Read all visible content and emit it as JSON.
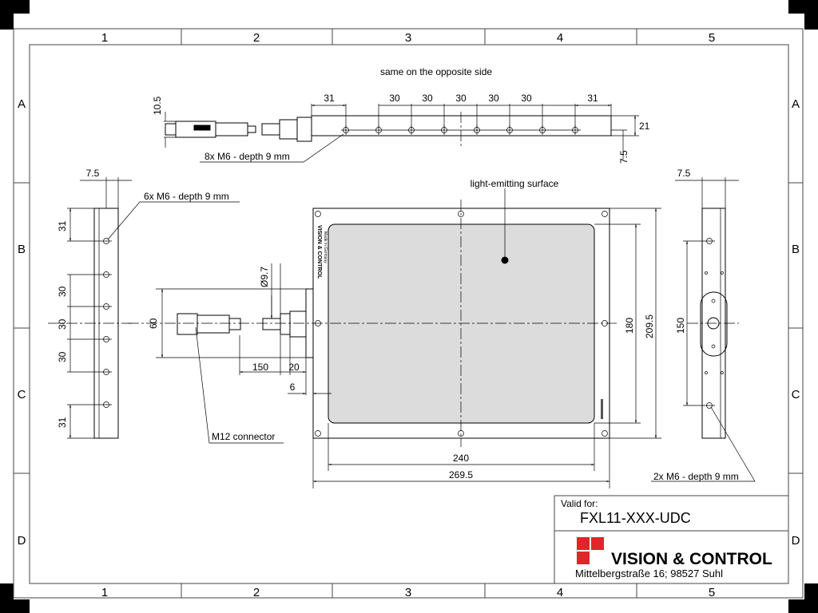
{
  "grid": {
    "columns": [
      "1",
      "2",
      "3",
      "4",
      "5"
    ],
    "rows": [
      "A",
      "B",
      "C",
      "D"
    ]
  },
  "top_view": {
    "note": "same on the opposite side",
    "dims": {
      "first": "31",
      "pitch": [
        "30",
        "30",
        "30",
        "30",
        "30"
      ],
      "last": "31",
      "height": "10.5",
      "width": "21",
      "offset": "7.5"
    },
    "hole_callout": "8x M6 - depth 9 mm"
  },
  "left_view": {
    "offset": "7.5",
    "hole_callout": "6x M6 - depth 9 mm",
    "dims": [
      "31",
      "30",
      "30",
      "30",
      "31"
    ]
  },
  "front_view": {
    "surface_callout": "light-emitting surface",
    "brand_text": "VISION & CONTROL",
    "made_in": "Made in Germany",
    "diameter": "Ø9.7",
    "connector_height": "60",
    "cable_length": "150",
    "plug_length": "20",
    "flange": "6",
    "connector_callout": "M12 connector",
    "inner_width": "240",
    "outer_width": "269.5",
    "inner_height": "180",
    "outer_height": "209.5"
  },
  "right_view": {
    "offset": "7.5",
    "spacing": "150",
    "hole_callout": "2x M6 - depth 9 mm"
  },
  "title_block": {
    "valid_for_label": "Valid for:",
    "model": "FXL11-XXX-UDC",
    "company": "VISION & CONTROL",
    "address": "Mittelbergstraße 16; 98527 Suhl",
    "logo_color": "#e0262b"
  }
}
